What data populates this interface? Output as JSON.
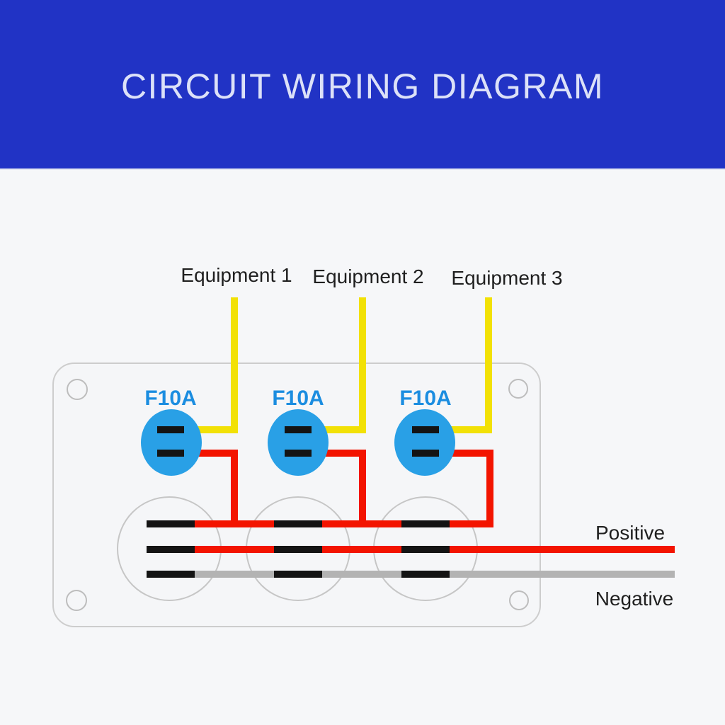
{
  "header": {
    "title": "CIRCUIT WIRING DIAGRAM"
  },
  "diagram": {
    "equipment_labels": [
      {
        "label": "Equipment 1"
      },
      {
        "label": "Equipment 2"
      },
      {
        "label": "Equipment 3"
      }
    ],
    "fuses": [
      {
        "label": "F10A"
      },
      {
        "label": "F10A"
      },
      {
        "label": "F10A"
      }
    ],
    "wire_labels": {
      "positive": "Positive",
      "negative": "Negative"
    },
    "colors": {
      "banner_background": "#2133c5",
      "banner_text": "#dce1f8",
      "equipment_wire_yellow": "#f2e106",
      "positive_wire_red": "#f31400",
      "negative_wire_gray": "#b3b3b3",
      "fuse_body_blue": "#29a0e6",
      "fuse_label_blue": "#1b8de0",
      "terminal_black": "#141414",
      "panel_outline_gray": "#cdcdcd",
      "label_text": "#1f1f1f"
    }
  }
}
